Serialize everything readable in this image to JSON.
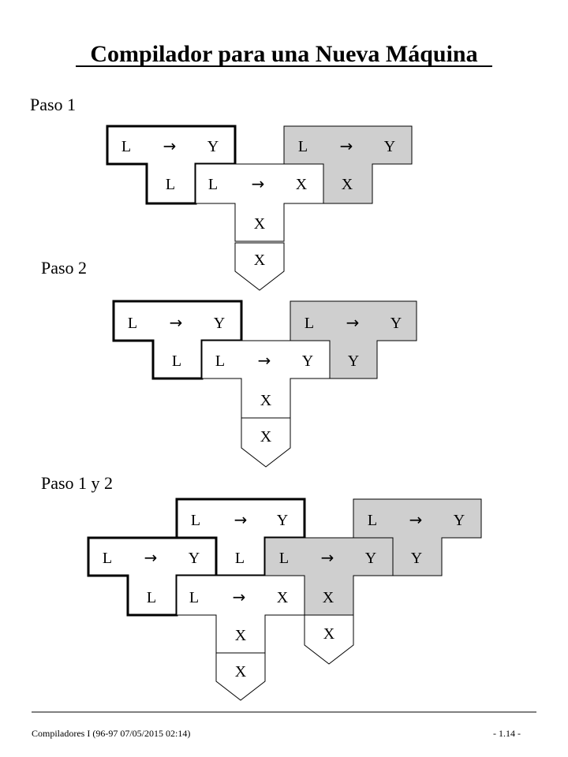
{
  "title": "Compilador para una Nueva Máquina",
  "colors": {
    "shade": "#cfcfcf",
    "plain": "#ffffff"
  },
  "sections": {
    "paso1": "Paso 1",
    "paso2": "Paso 2",
    "paso12": "Paso 1 y 2"
  },
  "arrow": "→",
  "paso1": {
    "d1": {
      "source": "L",
      "target": "Y",
      "impl": "L"
    },
    "d2": {
      "source": "L",
      "target": "X",
      "impl": "X"
    },
    "d3": {
      "source": "L",
      "target": "Y",
      "impl": "X"
    },
    "machine": "X"
  },
  "paso2": {
    "d1": {
      "source": "L",
      "target": "Y",
      "impl": "L"
    },
    "d2": {
      "source": "L",
      "target": "Y",
      "impl": "X"
    },
    "d3": {
      "source": "L",
      "target": "Y",
      "impl": "Y"
    },
    "machine": "X"
  },
  "paso12": {
    "d1": {
      "source": "L",
      "target": "Y",
      "impl": "L"
    },
    "d2": {
      "source": "L",
      "target": "Y",
      "impl": "L"
    },
    "d3": {
      "source": "L",
      "target": "X",
      "impl": "X"
    },
    "d4": {
      "source": "L",
      "target": "Y",
      "impl": "Y"
    },
    "d5": {
      "source": "L",
      "target": "Y",
      "impl": "X"
    },
    "machine1": "X",
    "machine2": "X"
  },
  "footer": {
    "left": "Compiladores I (96-97  07/05/2015  02:14)",
    "right": "- 1.14 -"
  }
}
